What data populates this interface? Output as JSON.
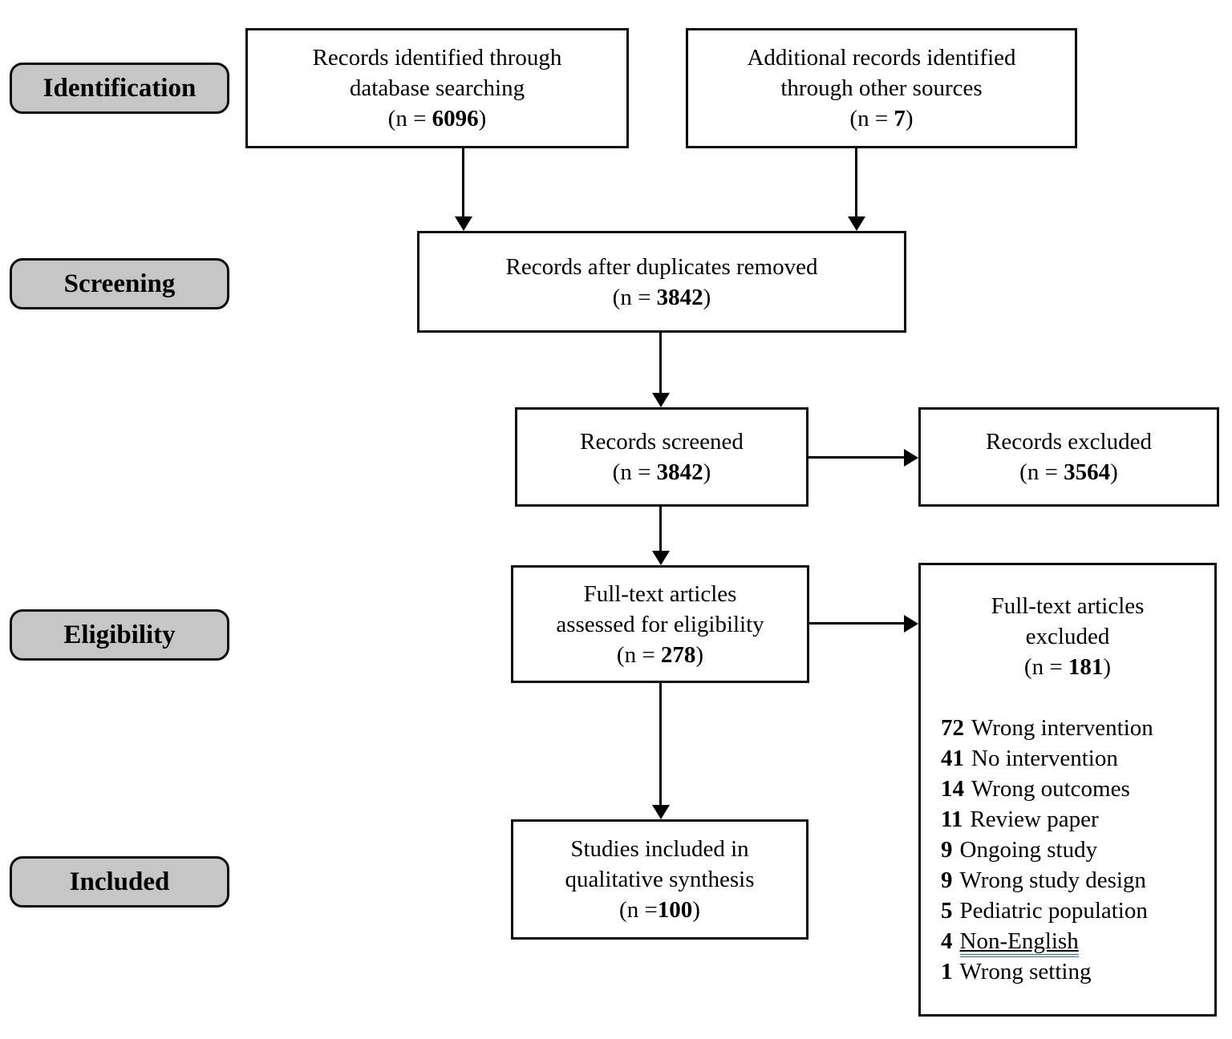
{
  "colors": {
    "label_fill": "#c6c6c6",
    "ink": "#000000",
    "grammar_underline_blue": "#2a66c8"
  },
  "sidebar": {
    "labels": [
      "Identification",
      "Screening",
      "Eligibility",
      "Included"
    ]
  },
  "boxes": {
    "identified": {
      "lines": [
        "Records identified through",
        "database searching"
      ],
      "n_prefix": "(n = ",
      "n": "6096",
      "n_suffix": ")"
    },
    "additional": {
      "lines": [
        "Additional records identified",
        "through other sources"
      ],
      "n_prefix": "(n = ",
      "n": "7",
      "n_suffix": ")"
    },
    "duplicates_removed": {
      "lines": [
        "Records after duplicates removed"
      ],
      "n_prefix": "(n = ",
      "n": "3842",
      "n_suffix": ")"
    },
    "screened": {
      "lines": [
        "Records screened"
      ],
      "n_prefix": "(n = ",
      "n": "3842",
      "n_suffix": ")"
    },
    "records_excluded": {
      "lines": [
        "Records excluded"
      ],
      "n_prefix": "(n = ",
      "n": "3564",
      "n_suffix": ")"
    },
    "fulltext_assessed": {
      "lines": [
        "Full-text articles",
        "assessed for eligibility"
      ],
      "n_prefix": "(n = ",
      "n": "278",
      "n_suffix": ")"
    },
    "fulltext_excluded": {
      "lines": [
        "Full-text articles",
        "excluded"
      ],
      "n_prefix": "(n = ",
      "n": "181",
      "n_suffix": ")"
    },
    "studies_included": {
      "lines": [
        "Studies included in",
        "qualitative synthesis"
      ],
      "n_prefix": "(n =",
      "n": "100",
      "n_suffix": ")"
    }
  },
  "exclusion_reasons": [
    {
      "count": "72",
      "reason": "Wrong intervention"
    },
    {
      "count": "41",
      "reason": "No intervention"
    },
    {
      "count": "14",
      "reason": "Wrong outcomes"
    },
    {
      "count": "11",
      "reason": "Review paper"
    },
    {
      "count": "9",
      "reason": "Ongoing study"
    },
    {
      "count": "9",
      "reason": "Wrong study design"
    },
    {
      "count": "5",
      "reason": "Pediatric population"
    },
    {
      "count": "4",
      "reason": "Non-English"
    },
    {
      "count": "1",
      "reason": "Wrong setting"
    }
  ]
}
